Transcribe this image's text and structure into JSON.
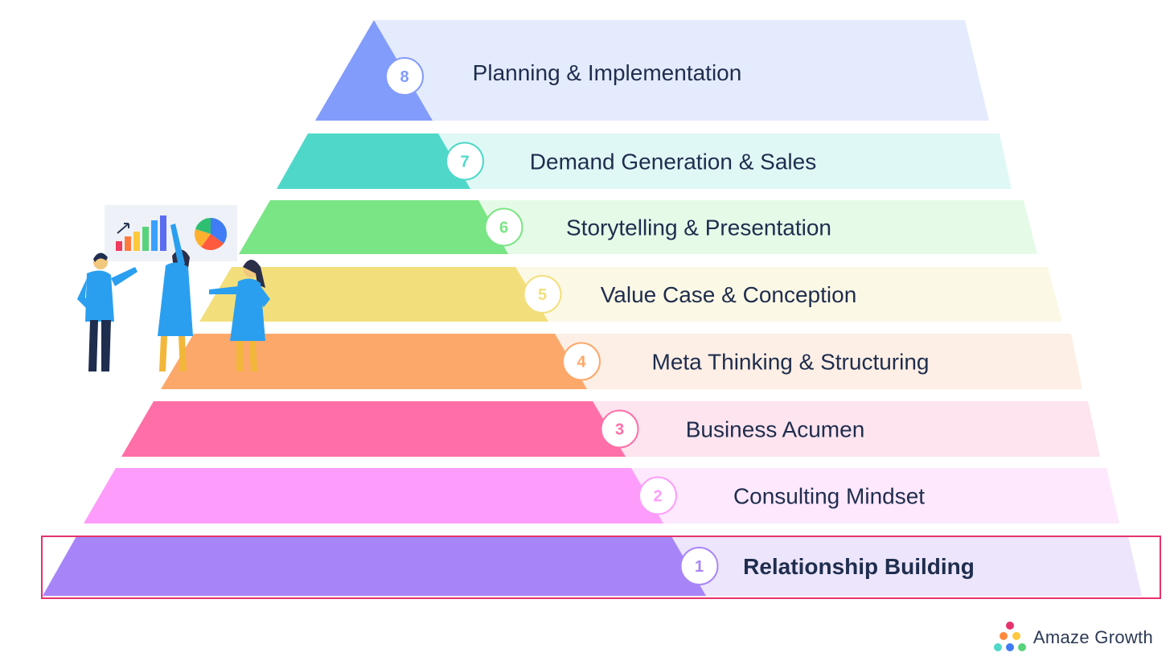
{
  "pyramid": {
    "tiers": [
      {
        "number": "8",
        "label": "Planning & Implementation",
        "accent": "#829cfb",
        "tint": "#e4ebfd"
      },
      {
        "number": "7",
        "label": "Demand Generation & Sales",
        "accent": "#4fd8c9",
        "tint": "#dff8f5"
      },
      {
        "number": "6",
        "label": "Storytelling & Presentation",
        "accent": "#7ae584",
        "tint": "#e6fae8"
      },
      {
        "number": "5",
        "label": "Value Case & Conception",
        "accent": "#f2df7c",
        "tint": "#fbf8e5"
      },
      {
        "number": "4",
        "label": "Meta Thinking & Structuring",
        "accent": "#fca86a",
        "tint": "#fdefe5"
      },
      {
        "number": "3",
        "label": "Business Acumen",
        "accent": "#ff6fa7",
        "tint": "#fde4ee"
      },
      {
        "number": "2",
        "label": "Consulting Mindset",
        "accent": "#fd9cfb",
        "tint": "#fde8fd"
      },
      {
        "number": "1",
        "label": "Relationship Building",
        "accent": "#a785f8",
        "tint": "#ece5fb",
        "highlighted": true
      }
    ],
    "highlight_color": "#e6336b"
  },
  "illustration": {
    "icon": "team-presenting-charts-illustration",
    "bar_colors": [
      "#f03a5f",
      "#ff7a3d",
      "#ffc83d",
      "#57d37a",
      "#3aa0ff",
      "#5a6cf0"
    ],
    "pie_colors": [
      "#3f7cf5",
      "#ff5a3d",
      "#ffb02e",
      "#2fbf71"
    ]
  },
  "brand": {
    "name": "Amaze Growth",
    "logo_icon": "dot-cluster-logo",
    "dot_colors": [
      "#e6336b",
      "#ff8a3d",
      "#ffc83d",
      "#4fd8c9",
      "#3f7cf5",
      "#57d37a"
    ]
  }
}
